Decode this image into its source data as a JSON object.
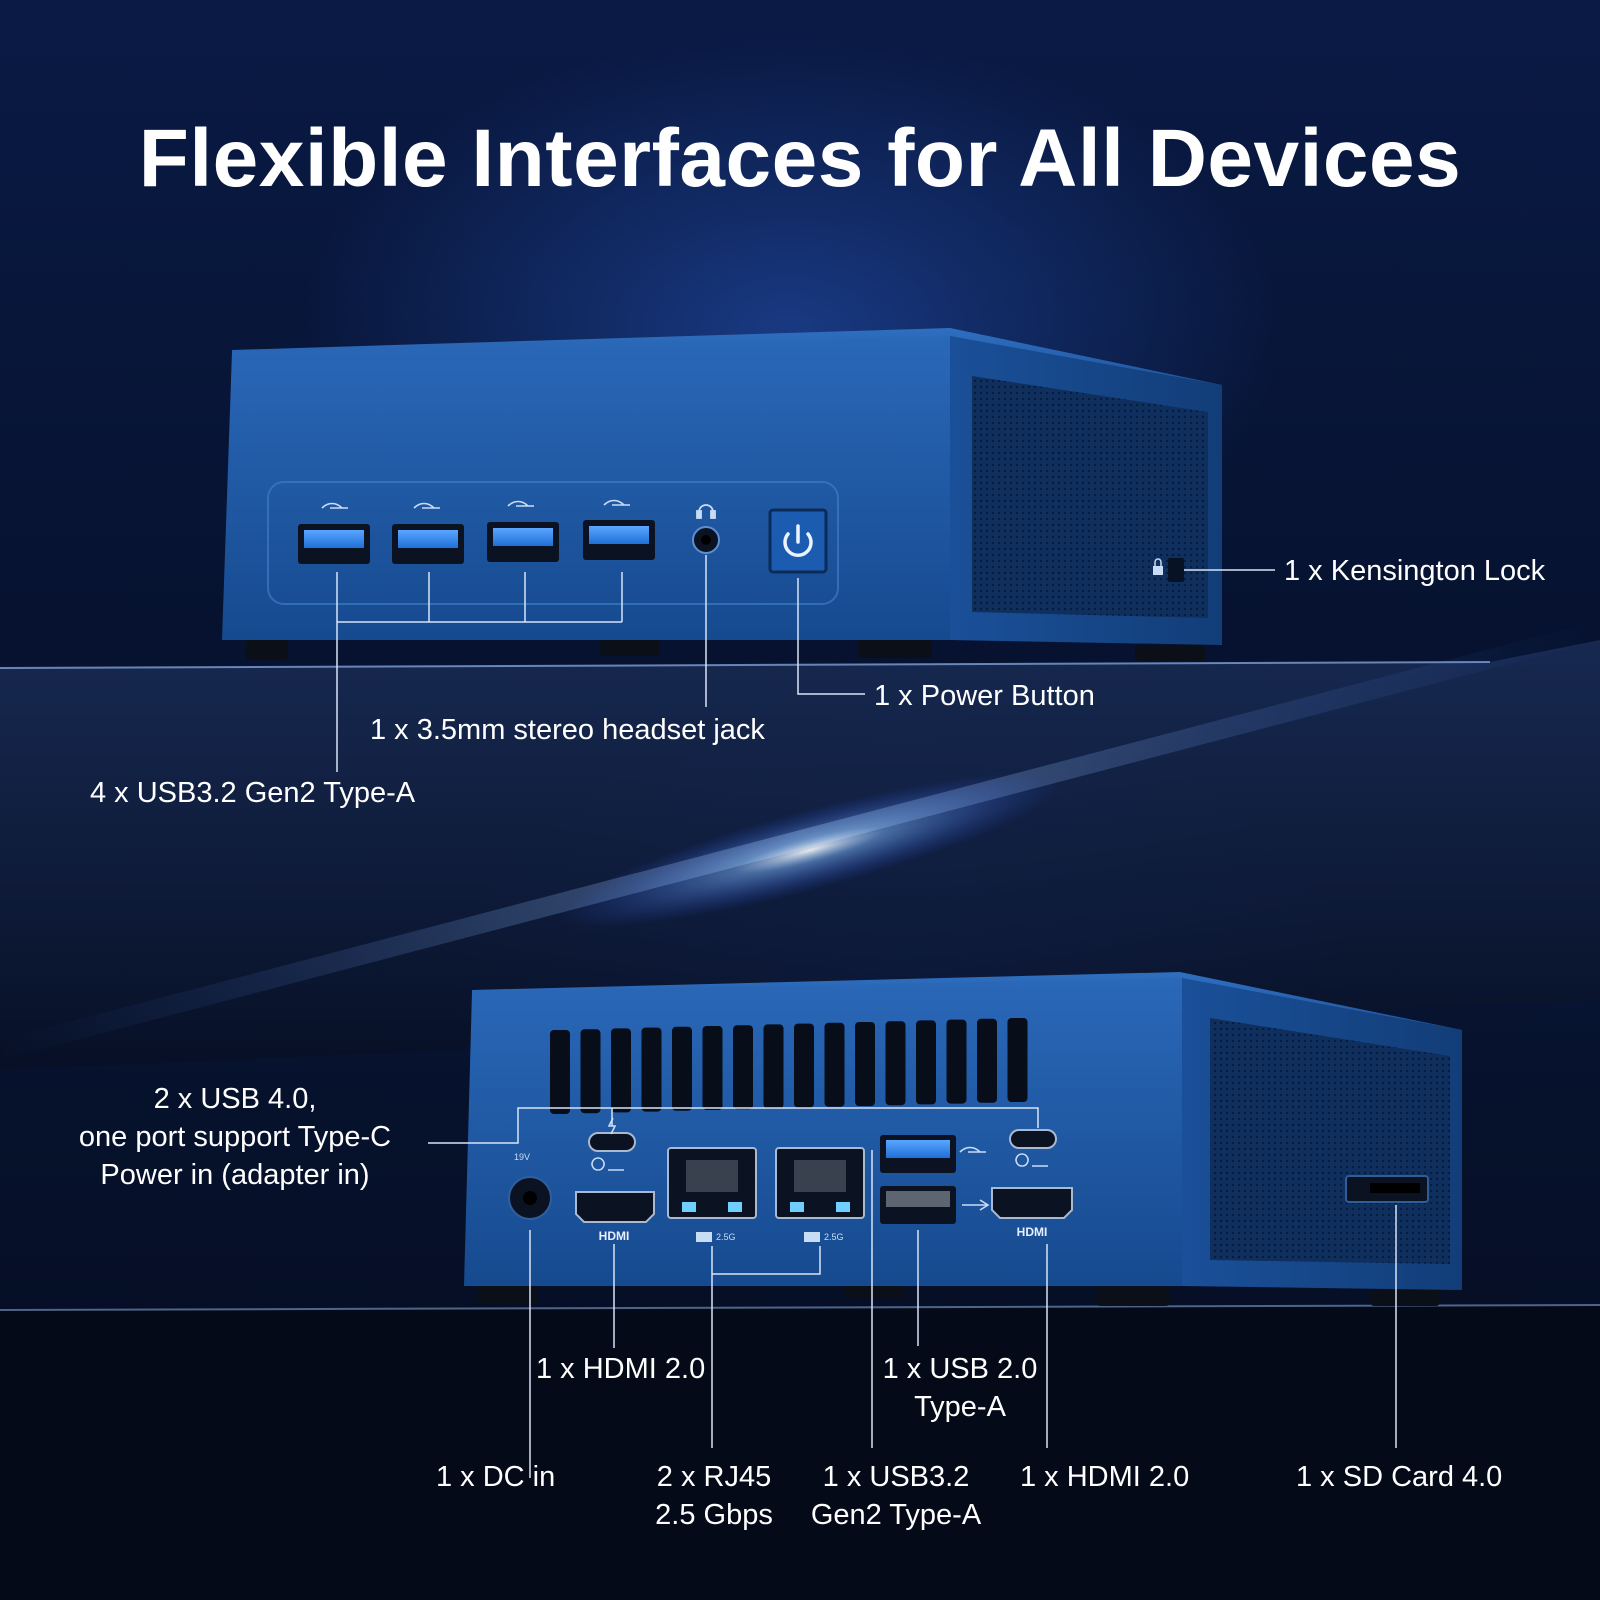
{
  "title": "Flexible Interfaces for All Devices",
  "front_labels": {
    "kensington": "1 x Kensington Lock",
    "power": "1 x Power Button",
    "headset": "1 x 3.5mm stereo headset jack",
    "usb_front": "4 x USB3.2 Gen2 Type-A"
  },
  "rear_labels": {
    "usb4": "2 x USB 4.0,\none port support Type-C\nPower in (adapter in)",
    "hdmi_left": "1 x HDMI 2.0",
    "usb2": "1 x USB 2.0\nType-A",
    "dc_in": "1 x DC in",
    "rj45": "2 x RJ45\n2.5 Gbps",
    "usb32": "1 x USB3.2\nGen2 Type-A",
    "hdmi_right": "1 x HDMI 2.0",
    "sd_card": "1 x SD Card 4.0"
  },
  "port_markings": {
    "hdmi": "HDMI",
    "rj45_speed": "2.5G",
    "dc_voltage": "19V"
  },
  "colors": {
    "device_body": "#1d5aa8",
    "device_dark": "#123f80",
    "usb3_blue": "#2f7fe0",
    "background": "#06122f"
  },
  "icons": [
    "superspeed-usb-icon",
    "headset-icon",
    "power-icon",
    "lock-icon",
    "usb-icon",
    "thunderbolt-icon",
    "network-icon",
    "hdmi-logo"
  ]
}
